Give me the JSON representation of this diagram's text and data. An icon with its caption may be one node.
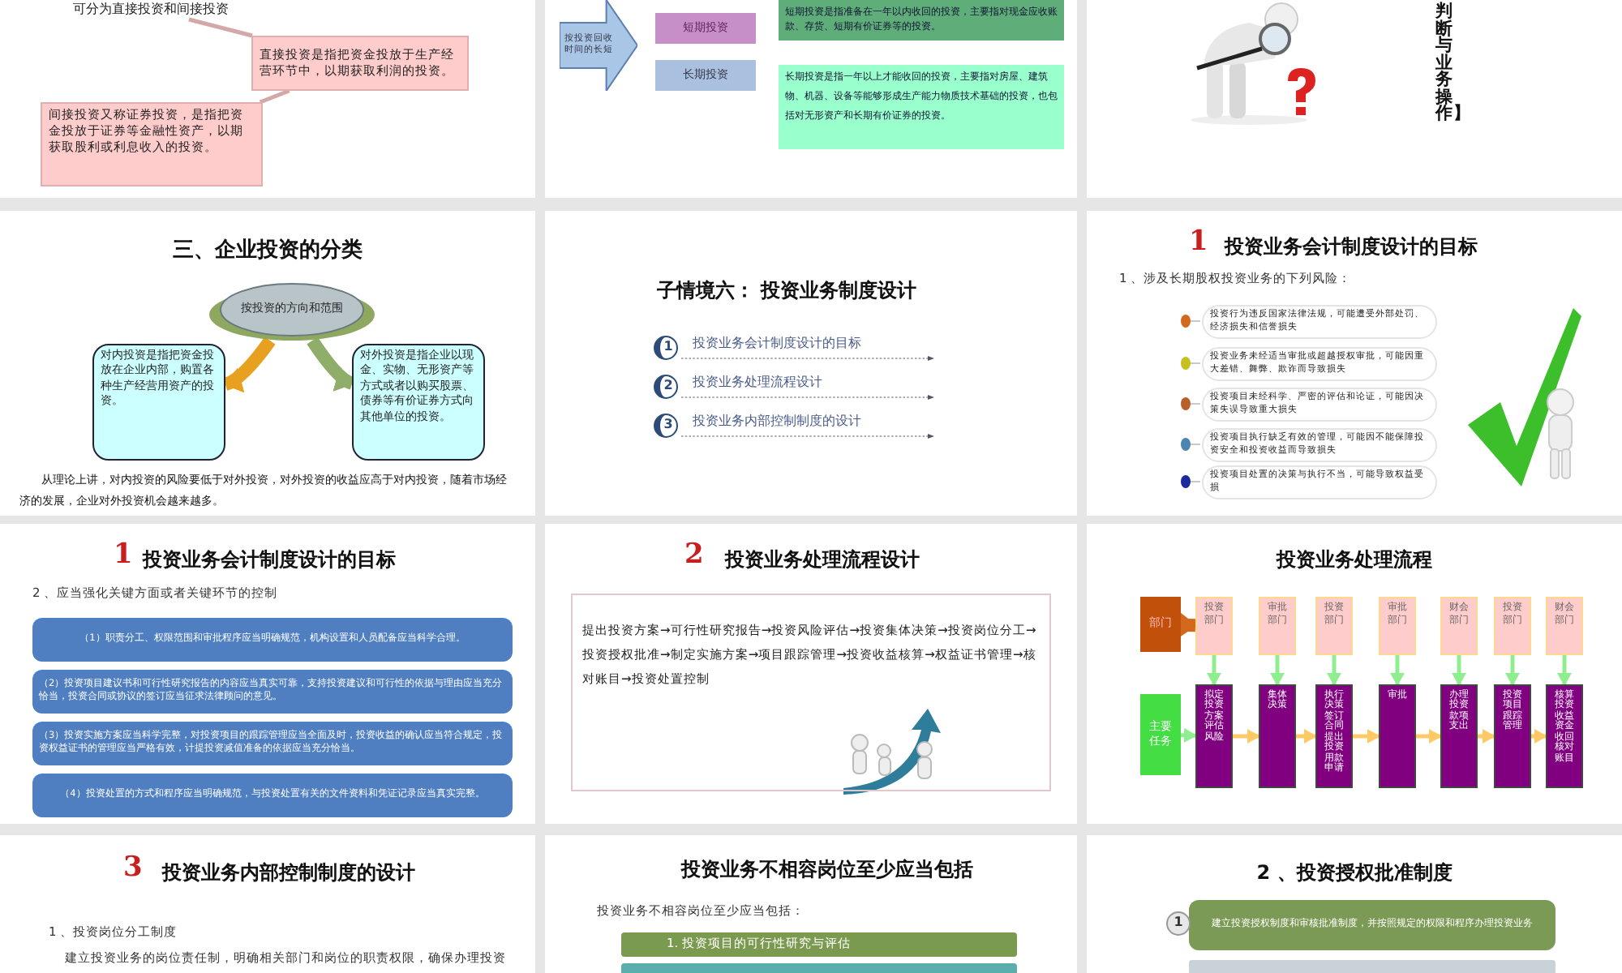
{
  "diagram": {
    "nodes": [
      {
        "text": [
          "可分为直接投资和间接投资"
        ]
      },
      {
        "text": [
          "直接投资是指把资金投放于生产经营环节中，以期获取利润的投资。"
        ]
      },
      {
        "text": [
          "间接投资又称证券投资，是指把资金投放于证券等金融性资产，以期获取股利或利息收入的投资。"
        ]
      },
      {
        "text": [
          "按投资回收时间的长短"
        ]
      },
      {
        "text": [
          "短期投资"
        ]
      },
      {
        "text": [
          "长期投资"
        ]
      },
      {
        "text": [
          "短期投资是指准备在一年以内收回的投资，主要指对现金应收账款、存货、短期有价证券等的投资。"
        ]
      },
      {
        "text": [
          "长期投资是指一年以上才能收回的投资，主要指对房屋、建筑物、机器、设备等能够形成生产能力物质技术基础的投资，也包括对无形资产和长期有价证券的投资。"
        ]
      },
      {
        "text": [
          "按投资的方向和范围"
        ]
      },
      {
        "text": [
          "对内投资是指把资金投放在企业内部，购置各种生产经营用资产的投资。"
        ]
      },
      {
        "text": [
          "对外投资是指企业以现金、实物、无形资产等方式或者以购买股票、债券等有价证券方式向其他单位的投资。"
        ]
      },
      {
        "text": [
          "投资行为违反国家法律法规，可能遭受外部处罚、经济损失和信誉损失"
        ]
      },
      {
        "text": [
          "投资业务未经适当审批或超越授权审批，可能因重大差错、舞弊、欺诈而导致损失"
        ]
      },
      {
        "text": [
          "投资项目未经科学、严密的评估和论证，可能因决策失误导致重大损失"
        ]
      },
      {
        "text": [
          "投资项目执行缺乏有效的管理，可能因不能保障投资安全和投资收益而导致损失"
        ]
      },
      {
        "text": [
          "投资项目处置的决策与执行不当，可能导致权益受损"
        ]
      },
      {
        "text": [
          "（1）职责分工、权限范围和审批程序应当明确规范，机构设置和人员配备应当科学合理。"
        ]
      },
      {
        "text": [
          "（2）投资项目建议书和可行性研究报告的内容应当真实可靠，支持投资建议和可行性的依据与理由应当充分恰当，投资合同或协议的签订应当征求法律顾问的意见。"
        ]
      },
      {
        "text": [
          "（3）投资实施方案应当科学完整，对投资项目的跟踪管理应当全面及时，投资收益的确认应当符合规定，投资权益证书的管理应当严格有效，计提投资减值准备的依据应当充分恰当。"
        ]
      },
      {
        "text": [
          "（4）投资处置的方式和程序应当明确规范，与投资处置有关的文件资料和凭证记录应当真实完整。"
        ]
      },
      {
        "text": [
          "提出投资方案→可行性研究报告→投资风险评估→投资集体决策→投资岗位分工→投资授权批准→制定实施方案→项目跟踪管理→投资收益核算→权益证书管理→核对账目→投资处置控制"
        ]
      },
      {
        "text": [
          "部门"
        ]
      },
      {
        "text": [
          "投资部门"
        ]
      },
      {
        "text": [
          "审批部门"
        ]
      },
      {
        "text": [
          "投资部门"
        ]
      },
      {
        "text": [
          "审批部门"
        ]
      },
      {
        "text": [
          "财会部门"
        ]
      },
      {
        "text": [
          "投资部门"
        ]
      },
      {
        "text": [
          "财会部门"
        ]
      },
      {
        "text": [
          "主要任务"
        ]
      },
      {
        "text": [
          "拟定投资方案评估风险"
        ]
      },
      {
        "text": [
          "集体决策"
        ]
      },
      {
        "text": [
          "执行决策签订合同提出投资用款申请"
        ]
      },
      {
        "text": [
          "审批"
        ]
      },
      {
        "text": [
          "办理投资款项支出"
        ]
      },
      {
        "text": [
          "投资项目跟踪管理"
        ]
      },
      {
        "text": [
          "核算投资收益资金收回核对账目"
        ]
      },
      {
        "text": [
          "1. 投资项目的可行性研究与评估"
        ]
      },
      {
        "text": [],
        "shape": "bar"
      },
      {
        "text": [
          "建立投资授权制度和审核批准制度，并按照规定的权限和程序办理投资业务"
        ]
      },
      {
        "text": [],
        "shape": "bar"
      }
    ],
    "edges": [
      {
        "from": 0,
        "to": 1,
        "arrow": "none",
        "color": "#d4a8a8"
      },
      {
        "from": 1,
        "to": 2,
        "arrow": "none",
        "color": "#d4a8a8"
      },
      {
        "from": 8,
        "to": 9,
        "arrow": "to",
        "style": "thick",
        "color": "#e8a020"
      },
      {
        "from": 8,
        "to": 10,
        "arrow": "to",
        "style": "thick",
        "color": "#8fae6a"
      },
      {
        "from": 21,
        "to": 22,
        "arrow": "to",
        "style": "thick",
        "color": "#d2691e"
      },
      {
        "from": 22,
        "to": 30,
        "arrow": "to"
      },
      {
        "from": 23,
        "to": 31,
        "arrow": "to"
      },
      {
        "from": 24,
        "to": 32,
        "arrow": "to"
      },
      {
        "from": 25,
        "to": 33,
        "arrow": "to"
      },
      {
        "from": 26,
        "to": 34,
        "arrow": "to"
      },
      {
        "from": 27,
        "to": 35,
        "arrow": "to"
      },
      {
        "from": 28,
        "to": 36,
        "arrow": "to"
      },
      {
        "from": 30,
        "to": 31,
        "arrow": "to",
        "color": "#ffc966"
      },
      {
        "from": 31,
        "to": 32,
        "arrow": "to",
        "color": "#ffc966"
      },
      {
        "from": 32,
        "to": 33,
        "arrow": "to",
        "color": "#ffc966"
      },
      {
        "from": 33,
        "to": 34,
        "arrow": "to",
        "color": "#ffc966"
      },
      {
        "from": 34,
        "to": 35,
        "arrow": "to",
        "color": "#ffc966"
      },
      {
        "from": 35,
        "to": 36,
        "arrow": "to",
        "color": "#ffc966"
      },
      {
        "from": 29,
        "to": 30,
        "arrow": "to"
      }
    ],
    "labels": [
      "判断与业务操作】",
      "三、企业投资的分类",
      "从理论上讲，对内投资的风险要低于对外投资，对外投资的收益应高于对内投资，随着市场经济的发展，企业对外投资机会越来越多。",
      "子情境六： 投资业务制度设计",
      "1",
      "投资业务会计制度设计的目标",
      "2",
      "投资业务处理流程设计",
      "3",
      "投资业务内部控制制度的设计",
      "1",
      "投资业务会计制度设计的目标",
      "1 、涉及长期股权投资业务的下列风险：",
      "1",
      "投资业务会计制度设计的目标",
      "2 、应当强化关键方面或者关键环节的控制",
      "2",
      "投资业务处理流程设计",
      "投资业务处理流程",
      "3",
      "投资业务内部控制制度的设计",
      "1 、投资岗位分工制度",
      "建立投资业务的岗位责任制，明确相关部门和岗位的职责权限，确保办理投资",
      "投资业务不相容岗位至少应当包括",
      "投资业务不相容岗位至少应当包括：",
      "2 、投资授权批准制度",
      "1"
    ]
  }
}
